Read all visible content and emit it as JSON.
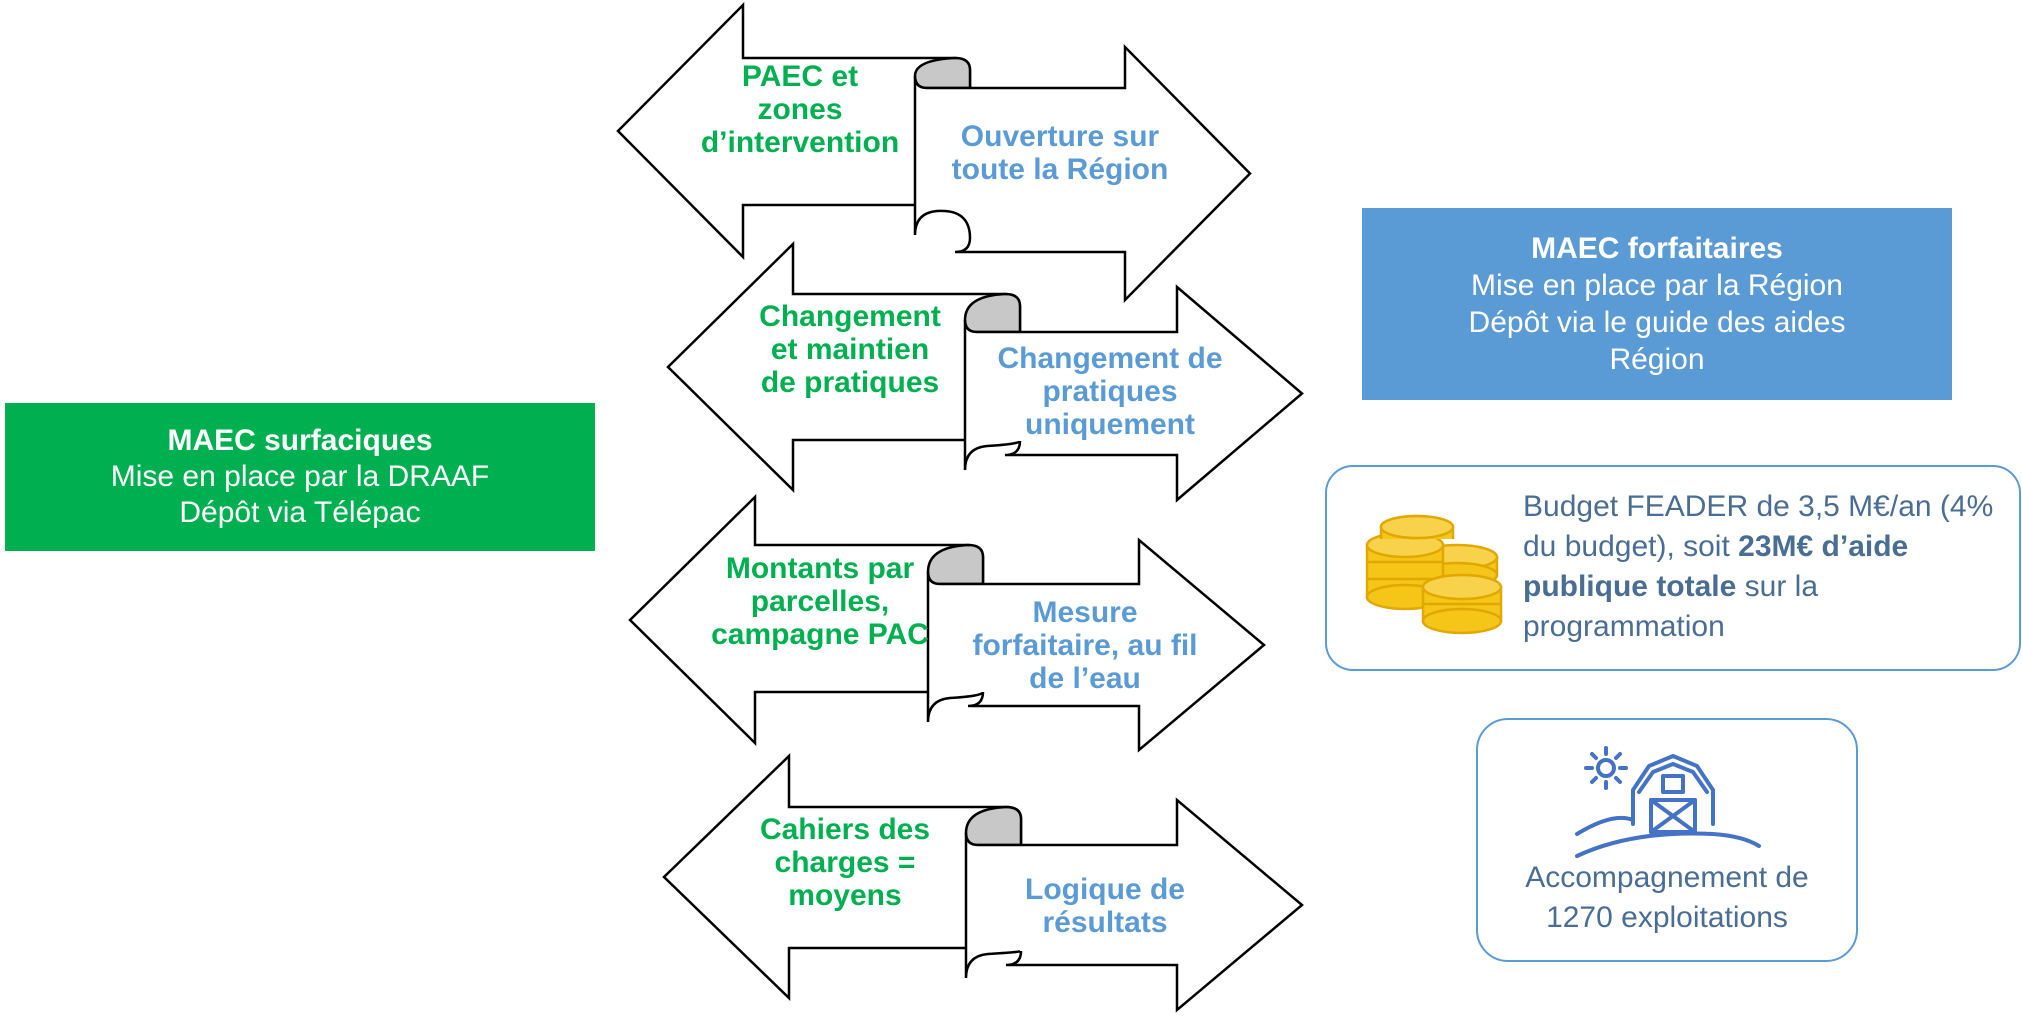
{
  "surfaciques": {
    "title": "MAEC surfaciques",
    "line1": "Mise en place par la DRAAF",
    "line2": "Dépôt via Télépac"
  },
  "forfaitaires": {
    "title": "MAEC forfaitaires",
    "line1": "Mise en place par la Région",
    "line2": "Dépôt via le guide des aides",
    "line3": "Région"
  },
  "comparisons": [
    {
      "left": [
        "PAEC et",
        "zones",
        "d’intervention"
      ],
      "right": [
        "Ouverture sur",
        "toute la Région"
      ]
    },
    {
      "left": [
        "Changement",
        "et maintien",
        "de pratiques"
      ],
      "right": [
        "Changement de",
        "pratiques",
        "uniquement"
      ]
    },
    {
      "left": [
        "Montants par",
        "parcelles,",
        "campagne PAC"
      ],
      "right": [
        "Mesure",
        "forfaitaire, au fil",
        "de l’eau"
      ]
    },
    {
      "left": [
        "Cahiers des",
        "charges =",
        "moyens"
      ],
      "right": [
        "Logique de",
        "résultats"
      ]
    }
  ],
  "budget": {
    "icon": "coins-icon",
    "text_part1": "Budget FEADER de 3,5 M€/an (4% du budget), soit ",
    "text_bold": "23M€ d’aide publique totale",
    "text_part2": " sur la programmation"
  },
  "farms": {
    "icon": "farm-barn-icon",
    "line1": "Accompagnement de",
    "line2": "1270 exploitations"
  },
  "colors": {
    "green": "#00b050",
    "blue": "#5b9bd5",
    "coin_gold": "#f5c518"
  }
}
